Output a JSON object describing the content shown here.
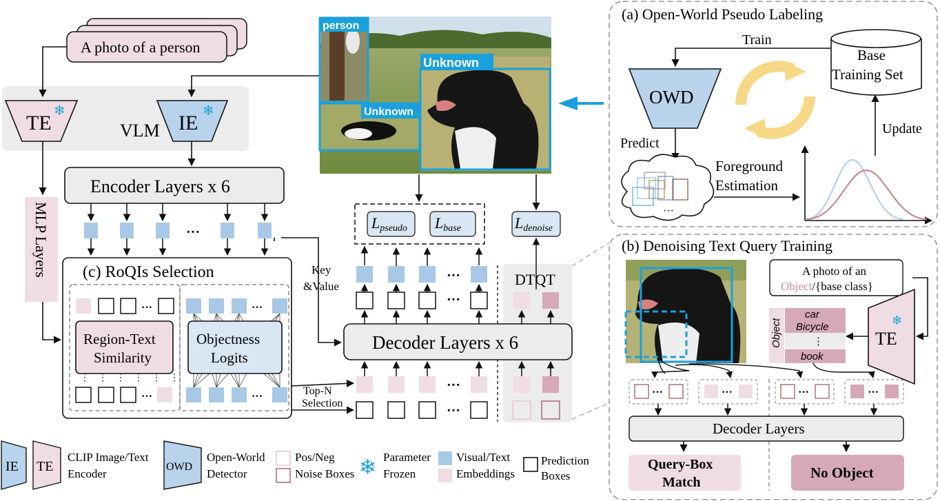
{
  "prompt_box": "A photo of a person",
  "te": "TE",
  "ie": "IE",
  "vlm": "VLM",
  "encoder": "Encoder Layers x 6",
  "mlp": "MLP Layers",
  "roqi_title": "(c) RoQIs Selection",
  "region_text": [
    "Region-Text",
    "Similarity"
  ],
  "objectness": [
    "Objectness",
    "Logits"
  ],
  "key_value": [
    "Key",
    "&Value"
  ],
  "topn": [
    "Top-N",
    "Selection"
  ],
  "decoder_main": "Decoder Layers x 6",
  "dtqt": "DTQT",
  "loss_pseudo": {
    "main": "L",
    "sub": "pseudo"
  },
  "loss_base": {
    "main": "L",
    "sub": "base"
  },
  "loss_denoise": {
    "main": "L",
    "sub": "denoise"
  },
  "photo_labels": {
    "person": "person",
    "unknown_big": "Unknown",
    "unknown_small": "Unknown"
  },
  "dots": "···",
  "panel_a": {
    "title": "(a) Open-World Pseudo Labeling",
    "train": "Train",
    "owd": "OWD",
    "base_set": [
      "Base",
      "Training Set"
    ],
    "predict": "Predict",
    "update": "Update",
    "foreground": [
      "Foreground",
      "Estimation"
    ]
  },
  "panel_b": {
    "title": "(b) Denoising Text Query Training",
    "prompt_line1": "A photo of an",
    "prompt_object": "Object",
    "prompt_rest": "/{base class}",
    "object_label": "Object",
    "classes": [
      "car",
      "Bicycle",
      "⋮",
      "book"
    ],
    "decoder": "Decoder Layers",
    "query_box": [
      "Query-Box",
      "Match"
    ],
    "no_object": "No Object"
  },
  "legend": {
    "clip": [
      "CLIP Image/Text",
      "Encoder"
    ],
    "owd": [
      "Open-World",
      "Detector"
    ],
    "posneg": [
      "Pos/Neg",
      "Noise Boxes"
    ],
    "frozen": [
      "Parameter",
      "Frozen"
    ],
    "embed": [
      "Visual/Text",
      "Embeddings"
    ],
    "pred": [
      "Prediction",
      "Boxes"
    ]
  },
  "colors": {
    "pink": "#f0dde3",
    "pink_dark": "#d6a9b9",
    "blue": "#a9c8e6",
    "blue_fill": "#b9d3ec",
    "gray_bg": "#ececec",
    "arrow_blue": "#1aa0dc",
    "box_frame": "#1aa0dc"
  }
}
